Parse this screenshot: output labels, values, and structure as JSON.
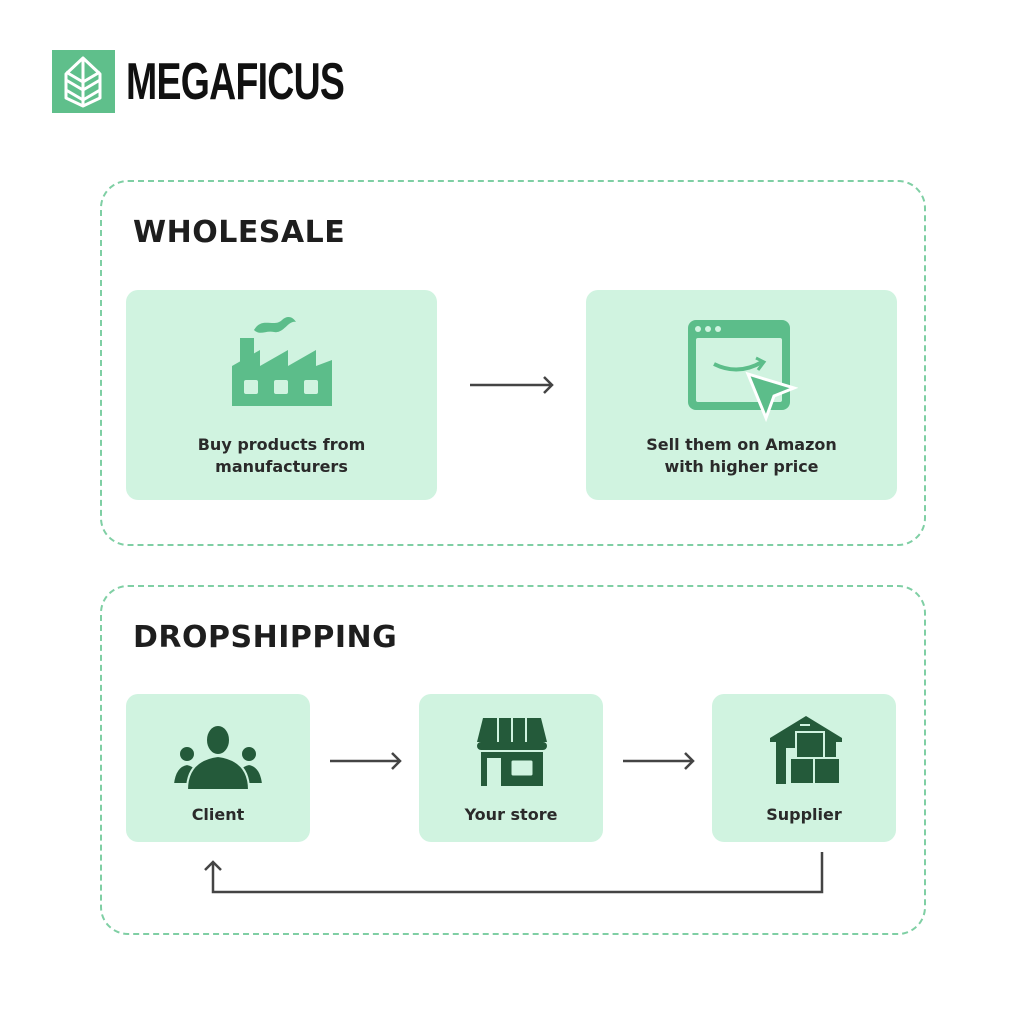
{
  "brand": {
    "name": "MEGAFICUS"
  },
  "wholesale": {
    "title": "WHOLESALE",
    "steps": [
      {
        "label_line1": "Buy products from",
        "label_line2": "manufacturers",
        "icon": "factory-icon"
      },
      {
        "label_line1": "Sell them on Amazon",
        "label_line2": "with higher price",
        "icon": "amazon-browser-icon"
      }
    ]
  },
  "dropshipping": {
    "title": "DROPSHIPPING",
    "steps": [
      {
        "label": "Client",
        "icon": "users-icon"
      },
      {
        "label": "Your store",
        "icon": "store-icon"
      },
      {
        "label": "Supplier",
        "icon": "warehouse-icon"
      }
    ]
  },
  "colors": {
    "accent": "#5fbf8b",
    "card": "#d0f3e0",
    "dark": "#245a3a",
    "dash": "#7fcfa4"
  }
}
